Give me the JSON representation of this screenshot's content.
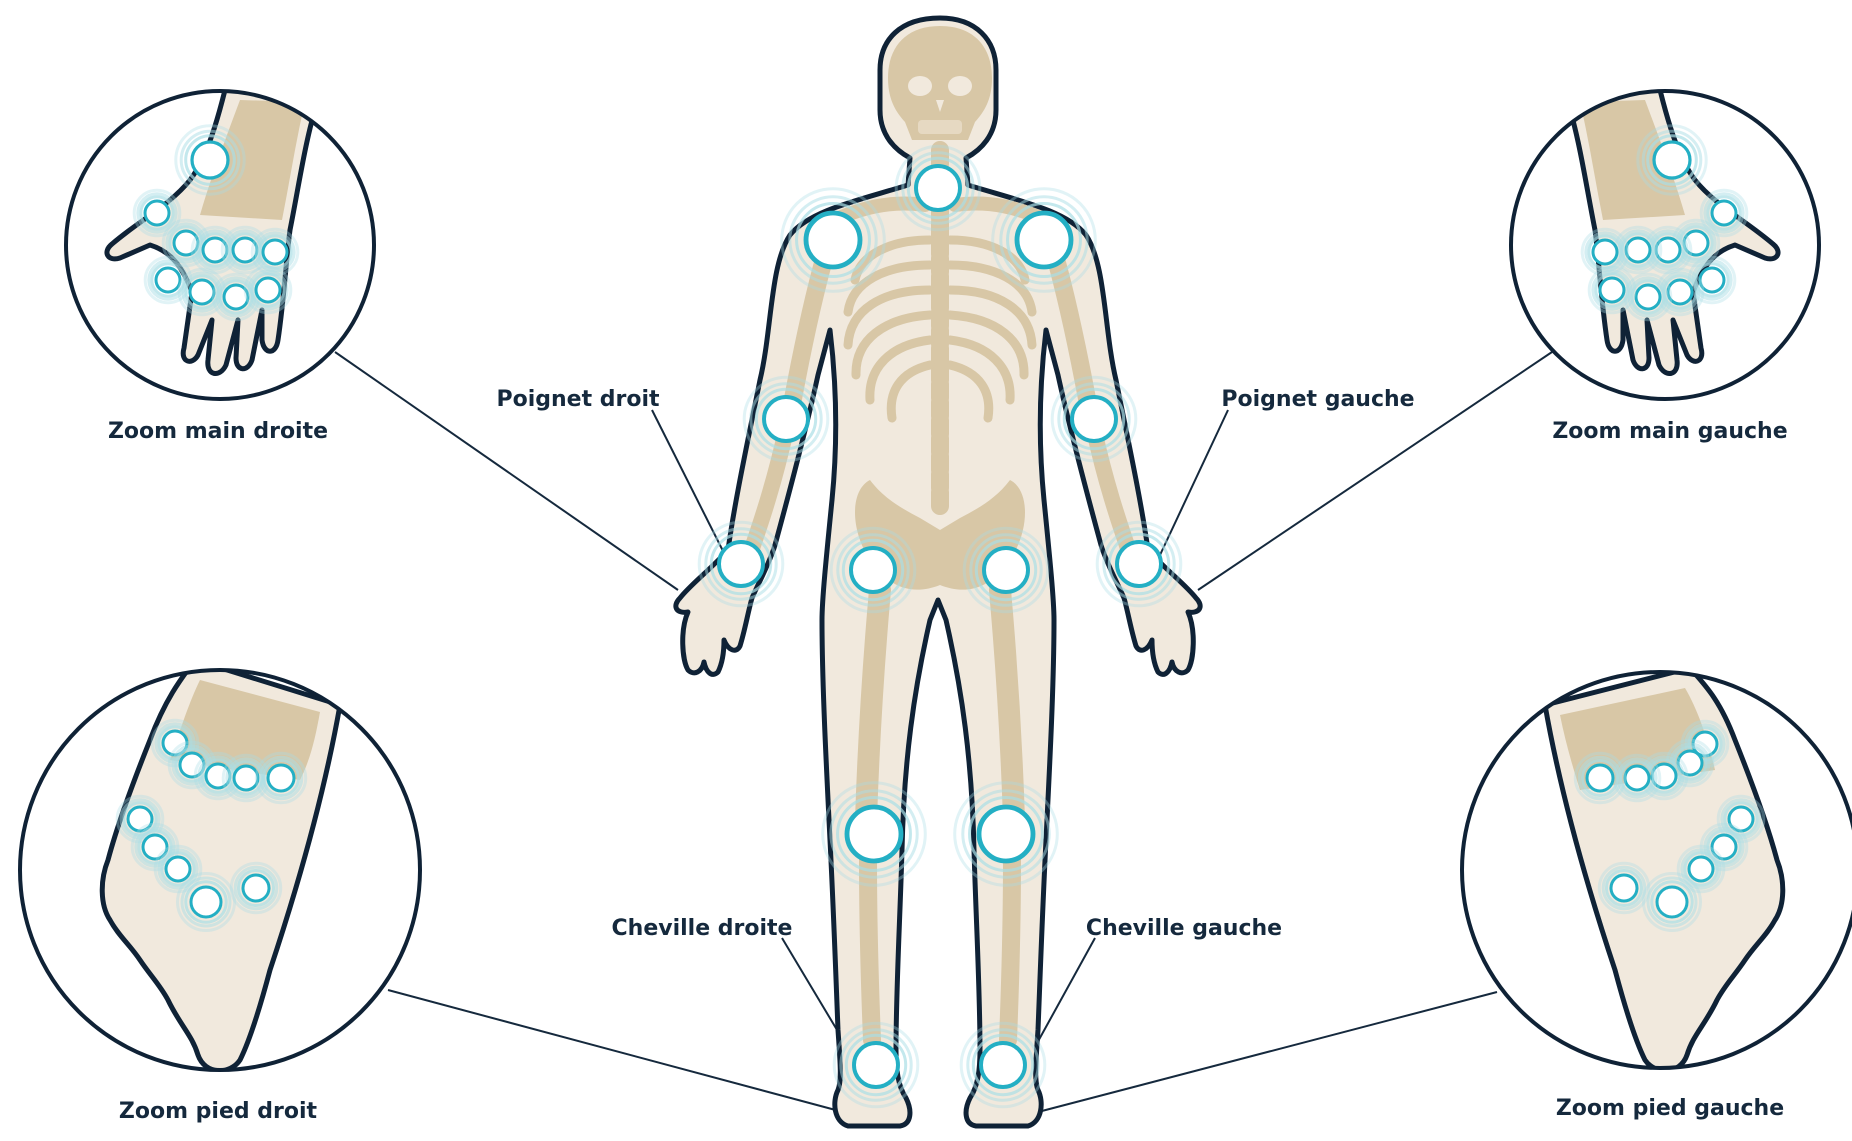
{
  "labels": {
    "zoom_main_droite": "Zoom main droite",
    "zoom_main_gauche": "Zoom main gauche",
    "zoom_pied_droit": "Zoom pied droit",
    "zoom_pied_gauche": "Zoom pied gauche",
    "poignet_droit": "Poignet droit",
    "poignet_gauche": "Poignet gauche",
    "cheville_droite": "Cheville droite",
    "cheville_gauche": "Cheville gauche"
  },
  "colors": {
    "outline": "#0f2236",
    "skin": "#f1e9dd",
    "bone": "#d8c7a6",
    "joint_ring": "#24afc4",
    "joint_halo": "#a9dee6",
    "joint_fill": "#ffffff",
    "label_text": "#15293d"
  },
  "icons": {
    "joint_marker": "joint-marker-icon",
    "body": "skeleton-body-icon"
  }
}
